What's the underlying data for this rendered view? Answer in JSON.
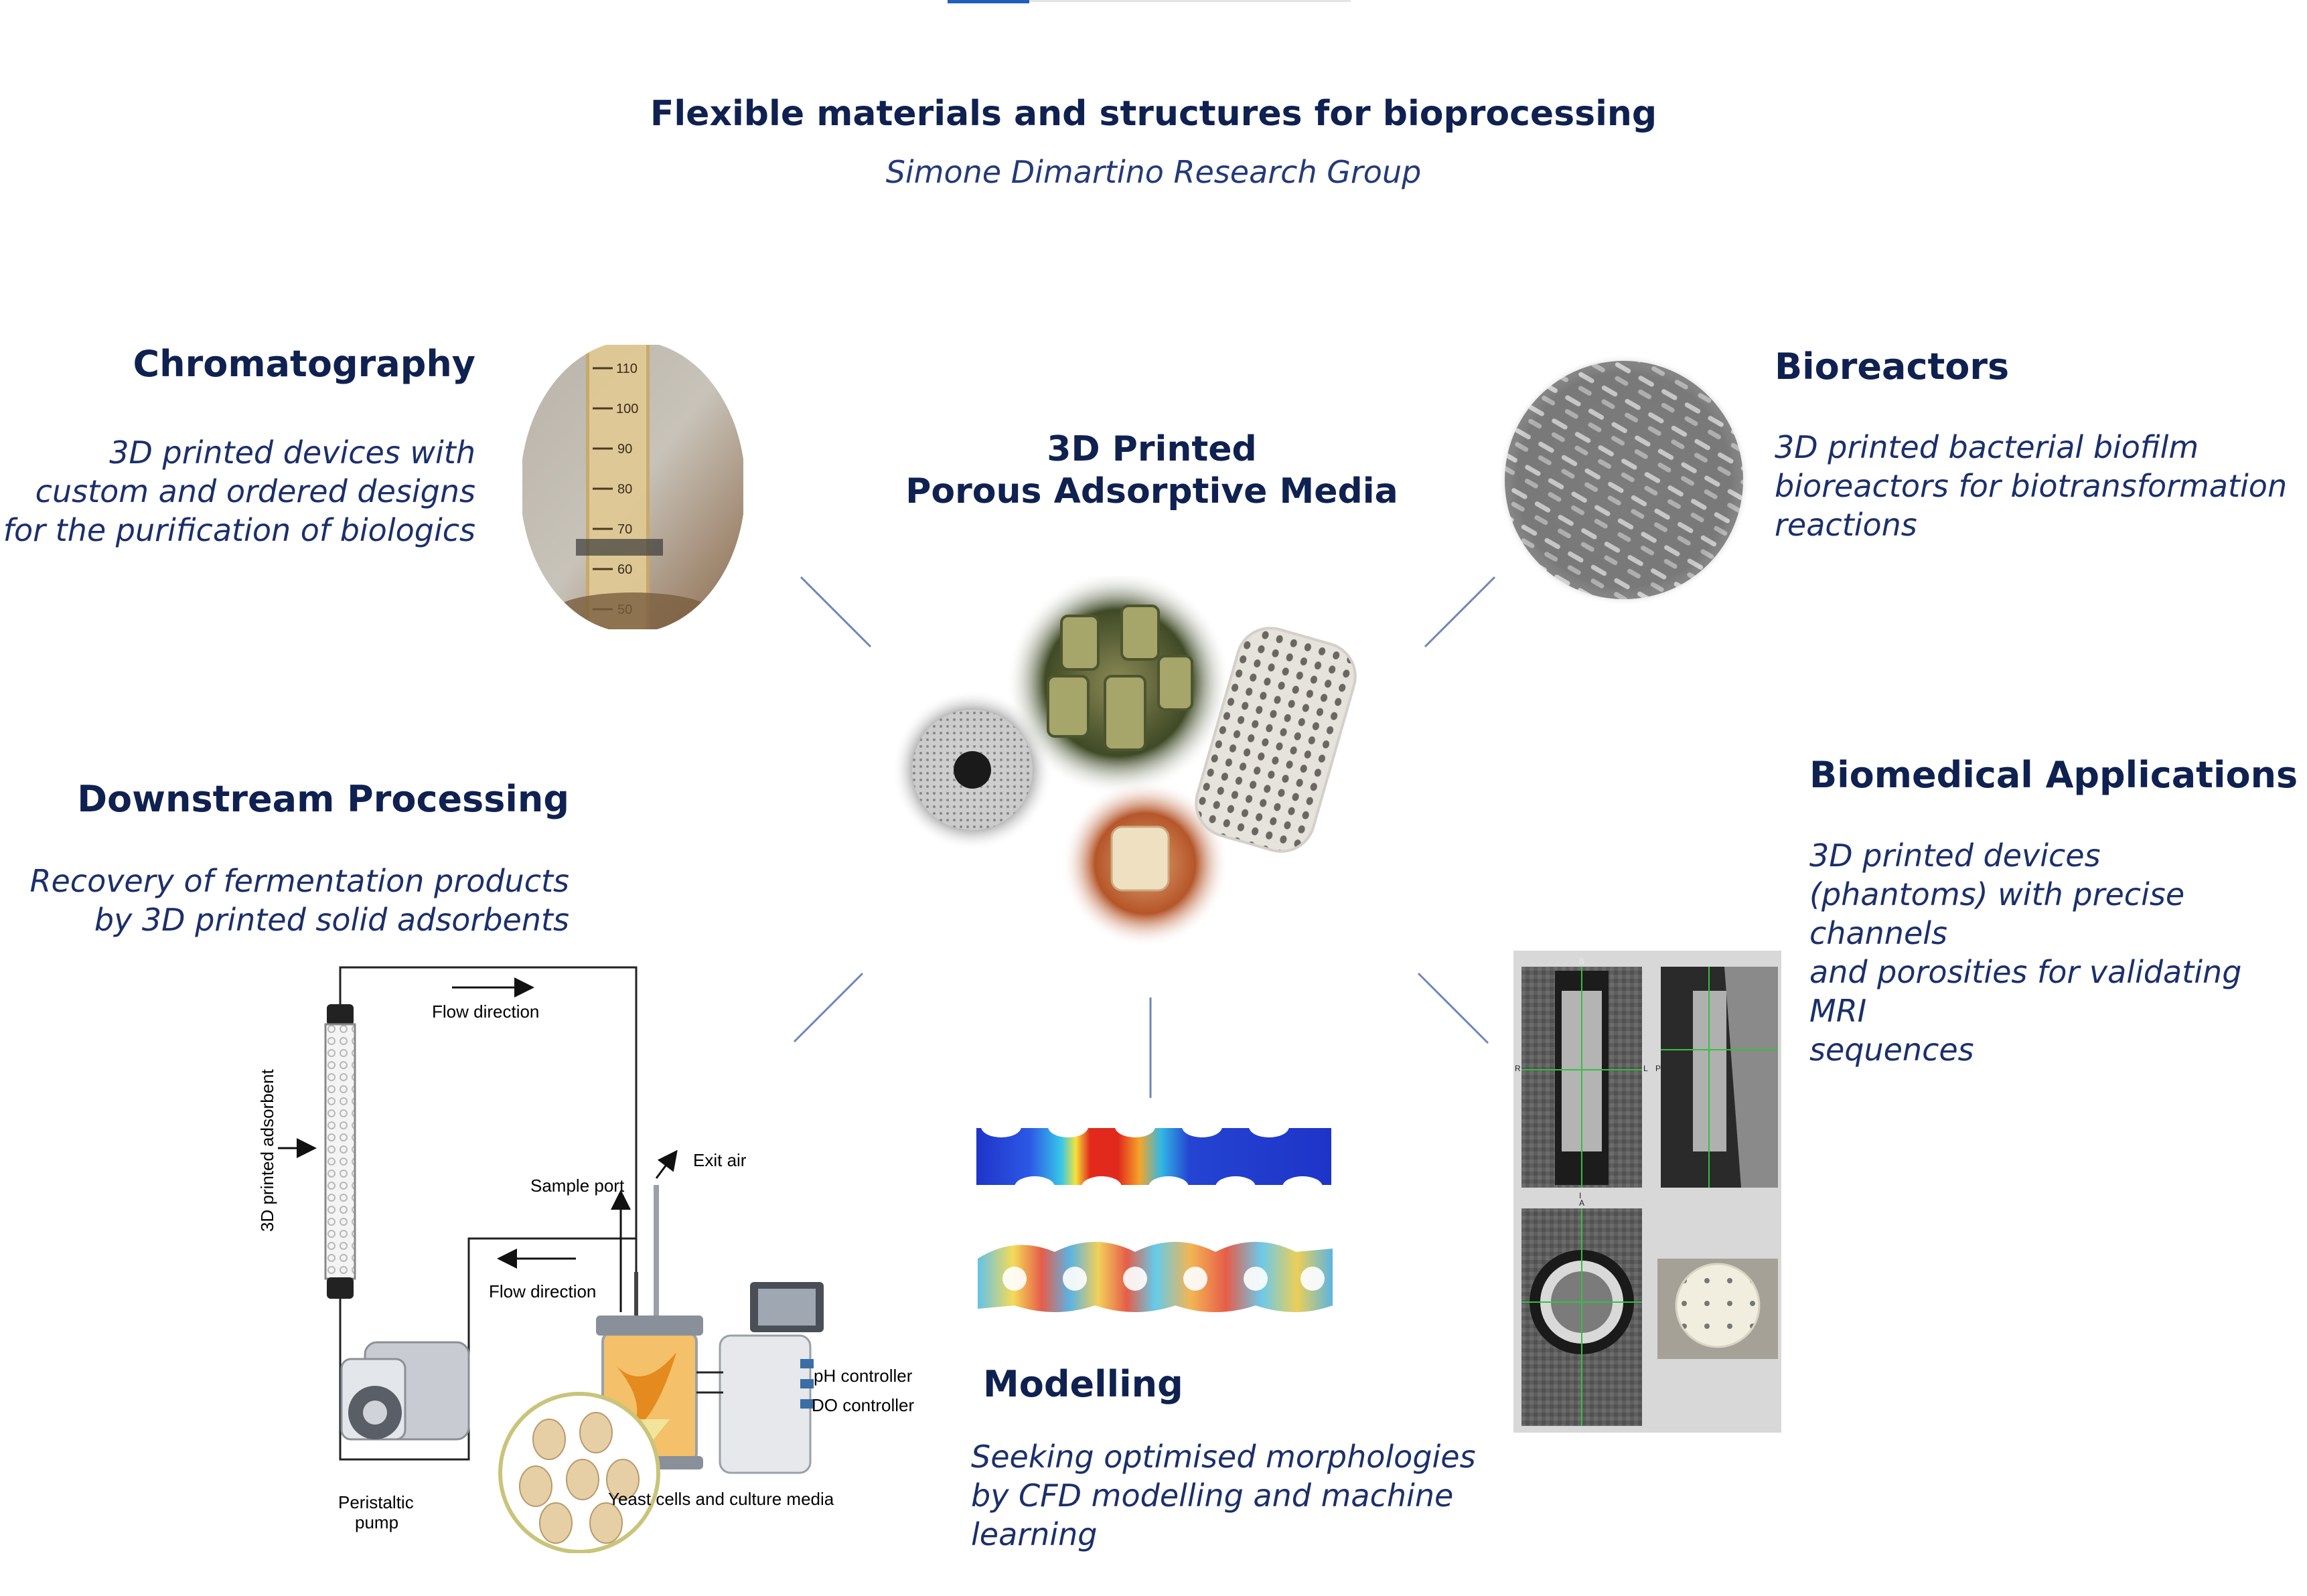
{
  "header": {
    "title": "Flexible materials and structures for bioprocessing",
    "subtitle": "Simone Dimartino Research Group"
  },
  "center": {
    "title_line1": "3D Printed",
    "title_line2": "Porous Adsorptive Media"
  },
  "chromatography": {
    "title": "Chromatography",
    "desc": [
      "3D printed devices with",
      "custom and ordered designs",
      "for the purification of biologics"
    ],
    "scale_labels": [
      "110",
      "100",
      "90",
      "80",
      "70",
      "60",
      "50"
    ]
  },
  "bioreactors": {
    "title": "Bioreactors",
    "desc": [
      "3D printed bacterial biofilm",
      "bioreactors for biotransformation",
      "reactions"
    ]
  },
  "downstream": {
    "title": "Downstream Processing",
    "desc": [
      "Recovery of fermentation products",
      "by 3D printed solid adsorbents"
    ],
    "labels": {
      "flow_direction_top": "Flow direction",
      "adsorbent": "3D printed adsorbent",
      "sample_port": "Sample port",
      "exit_air": "Exit air",
      "flow_direction_mid": "Flow direction",
      "ph_controller": "pH controller",
      "do_controller": "DO controller",
      "peristaltic_line1": "Peristaltic",
      "peristaltic_line2": "pump",
      "yeast": "Yeast cells and culture media"
    }
  },
  "biomedical": {
    "title": "Biomedical Applications",
    "desc": [
      "3D printed devices",
      "(phantoms) with precise channels",
      "and porosities for validating MRI",
      "sequences"
    ],
    "mri_labels": {
      "s": "S",
      "r": "R",
      "l": "L",
      "p": "P",
      "i": "I",
      "a": "A"
    }
  },
  "modelling": {
    "title": "Modelling",
    "desc": [
      "Seeking optimised morphologies",
      "by CFD modelling  and machine",
      "learning"
    ]
  },
  "colors": {
    "title": "#0f2150",
    "italic": "#1b2f6b",
    "connector": "#6f87b6",
    "accent": "#1f5fb8"
  }
}
